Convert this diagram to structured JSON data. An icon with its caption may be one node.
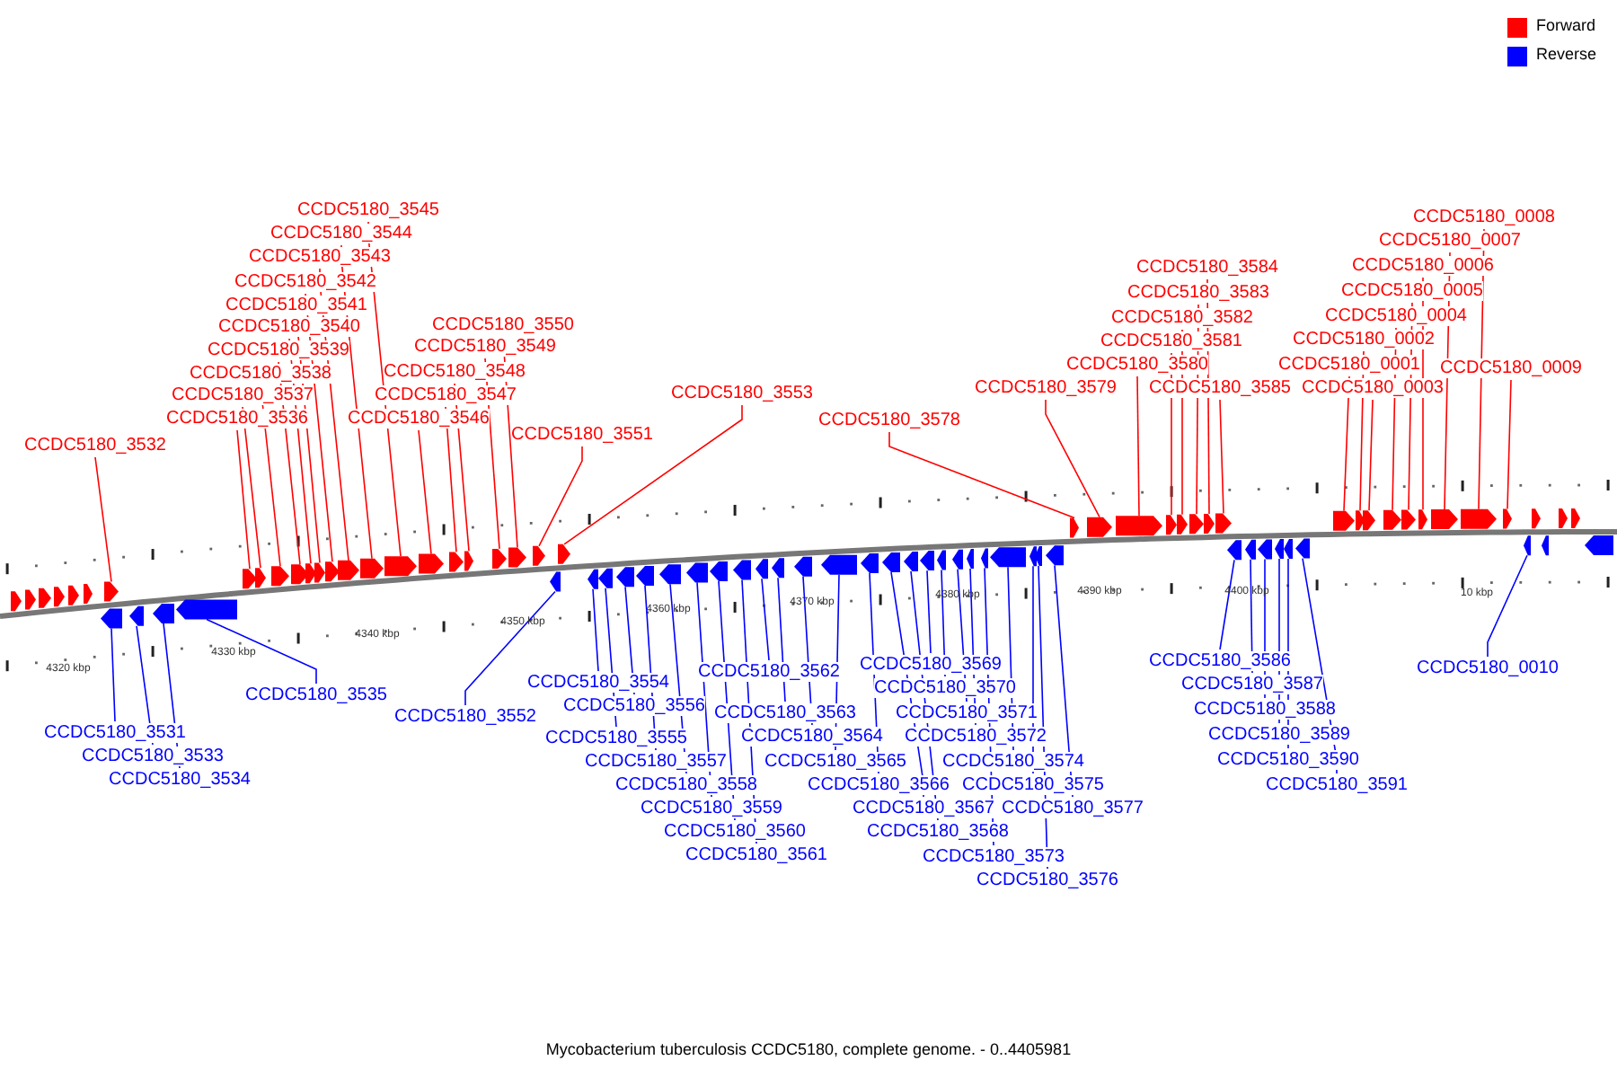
{
  "diagram": {
    "caption": "Mycobacterium tuberculosis CCDC5180, complete genome. - 0..4405981",
    "nodes": [
      {
        "text": [
          "CCDC5180_3532"
        ]
      },
      {
        "text": [
          "CCDC5180_3536"
        ]
      },
      {
        "text": [
          "CCDC5180_3537"
        ]
      },
      {
        "text": [
          "CCDC5180_3538"
        ]
      },
      {
        "text": [
          "CCDC5180_3539"
        ]
      },
      {
        "text": [
          "CCDC5180_3540"
        ]
      },
      {
        "text": [
          "CCDC5180_3541"
        ]
      },
      {
        "text": [
          "CCDC5180_3542"
        ]
      },
      {
        "text": [
          "CCDC5180_3543"
        ]
      },
      {
        "text": [
          "CCDC5180_3544"
        ]
      },
      {
        "text": [
          "CCDC5180_3545"
        ]
      },
      {
        "text": [
          "CCDC5180_3546"
        ]
      },
      {
        "text": [
          "CCDC5180_3547"
        ]
      },
      {
        "text": [
          "CCDC5180_3548"
        ]
      },
      {
        "text": [
          "CCDC5180_3549"
        ]
      },
      {
        "text": [
          "CCDC5180_3550"
        ]
      },
      {
        "text": [
          "CCDC5180_3551"
        ]
      },
      {
        "text": [
          "CCDC5180_3553"
        ]
      },
      {
        "text": [
          "CCDC5180_3578"
        ]
      },
      {
        "text": [
          "CCDC5180_3579"
        ]
      },
      {
        "text": [
          "CCDC5180_3580"
        ]
      },
      {
        "text": [
          "CCDC5180_3581"
        ]
      },
      {
        "text": [
          "CCDC5180_3582"
        ]
      },
      {
        "text": [
          "CCDC5180_3583"
        ]
      },
      {
        "text": [
          "CCDC5180_3584"
        ]
      },
      {
        "text": [
          "CCDC5180_3585"
        ]
      },
      {
        "text": [
          "CCDC5180_0001"
        ]
      },
      {
        "text": [
          "CCDC5180_0002"
        ]
      },
      {
        "text": [
          "CCDC5180_0003"
        ]
      },
      {
        "text": [
          "CCDC5180_0004"
        ]
      },
      {
        "text": [
          "CCDC5180_0005"
        ]
      },
      {
        "text": [
          "CCDC5180_0006"
        ]
      },
      {
        "text": [
          "CCDC5180_0007"
        ]
      },
      {
        "text": [
          "CCDC5180_0008"
        ]
      },
      {
        "text": [
          "CCDC5180_0009"
        ]
      },
      {
        "text": [
          "CCDC5180_3531"
        ]
      },
      {
        "text": [
          "CCDC5180_3533"
        ]
      },
      {
        "text": [
          "CCDC5180_3534"
        ]
      },
      {
        "text": [
          "CCDC5180_3535"
        ]
      },
      {
        "text": [
          "CCDC5180_3552"
        ]
      },
      {
        "text": [
          "CCDC5180_3554"
        ]
      },
      {
        "text": [
          "CCDC5180_3555"
        ]
      },
      {
        "text": [
          "CCDC5180_3556"
        ]
      },
      {
        "text": [
          "CCDC5180_3557"
        ]
      },
      {
        "text": [
          "CCDC5180_3558"
        ]
      },
      {
        "text": [
          "CCDC5180_3559"
        ]
      },
      {
        "text": [
          "CCDC5180_3560"
        ]
      },
      {
        "text": [
          "CCDC5180_3561"
        ]
      },
      {
        "text": [
          "CCDC5180_3562"
        ]
      },
      {
        "text": [
          "CCDC5180_3563"
        ]
      },
      {
        "text": [
          "CCDC5180_3564"
        ]
      },
      {
        "text": [
          "CCDC5180_3565"
        ]
      },
      {
        "text": [
          "CCDC5180_3566"
        ]
      },
      {
        "text": [
          "CCDC5180_3567"
        ]
      },
      {
        "text": [
          "CCDC5180_3568"
        ]
      },
      {
        "text": [
          "CCDC5180_3569"
        ]
      },
      {
        "text": [
          "CCDC5180_3570"
        ]
      },
      {
        "text": [
          "CCDC5180_3571"
        ]
      },
      {
        "text": [
          "CCDC5180_3572"
        ]
      },
      {
        "text": [
          "CCDC5180_3573"
        ]
      },
      {
        "text": [
          "CCDC5180_3574"
        ]
      },
      {
        "text": [
          "CCDC5180_3575"
        ]
      },
      {
        "text": [
          "CCDC5180_3576"
        ]
      },
      {
        "text": [
          "CCDC5180_3577"
        ]
      },
      {
        "text": [
          "CCDC5180_3586"
        ]
      },
      {
        "text": [
          "CCDC5180_3587"
        ]
      },
      {
        "text": [
          "CCDC5180_3588"
        ]
      },
      {
        "text": [
          "CCDC5180_3589"
        ]
      },
      {
        "text": [
          "CCDC5180_3590"
        ]
      },
      {
        "text": [
          "CCDC5180_3591"
        ]
      },
      {
        "text": [
          "CCDC5180_0010"
        ]
      },
      {
        "text": [],
        "shape": "arrow"
      },
      {
        "text": [],
        "shape": "arrow"
      },
      {
        "text": [],
        "shape": "arrow"
      },
      {
        "text": [],
        "shape": "arrow"
      },
      {
        "text": [],
        "shape": "arrow"
      },
      {
        "text": [],
        "shape": "arrow"
      },
      {
        "text": [],
        "shape": "arrow"
      },
      {
        "text": [],
        "shape": "arrow"
      },
      {
        "text": [],
        "shape": "arrow"
      },
      {
        "text": [],
        "shape": "arrow"
      },
      {
        "text": [],
        "shape": "arrow"
      },
      {
        "text": [],
        "shape": "arrow"
      },
      {
        "text": [],
        "shape": "arrow"
      },
      {
        "text": [],
        "shape": "arrow"
      },
      {
        "text": [],
        "shape": "arrow"
      },
      {
        "text": [],
        "shape": "arrow"
      },
      {
        "text": [],
        "shape": "arrow"
      },
      {
        "text": [],
        "shape": "arrow"
      },
      {
        "text": [],
        "shape": "arrow"
      },
      {
        "text": [],
        "shape": "arrow"
      },
      {
        "text": [],
        "shape": "arrow"
      },
      {
        "text": [],
        "shape": "arrow"
      },
      {
        "text": [],
        "shape": "arrow"
      },
      {
        "text": [],
        "shape": "arrow"
      },
      {
        "text": [],
        "shape": "arrow"
      },
      {
        "text": [],
        "shape": "arrow"
      },
      {
        "text": [],
        "shape": "arrow"
      },
      {
        "text": [],
        "shape": "arrow"
      },
      {
        "text": [],
        "shape": "arrow"
      },
      {
        "text": [],
        "shape": "arrow"
      },
      {
        "text": [],
        "shape": "arrow"
      },
      {
        "text": [],
        "shape": "arrow"
      },
      {
        "text": [],
        "shape": "arrow"
      },
      {
        "text": [],
        "shape": "arrow"
      },
      {
        "text": [],
        "shape": "arrow"
      },
      {
        "text": [],
        "shape": "arrow"
      },
      {
        "text": [],
        "shape": "arrow"
      },
      {
        "text": [],
        "shape": "arrow"
      },
      {
        "text": [],
        "shape": "arrow"
      },
      {
        "text": [],
        "shape": "arrow"
      },
      {
        "text": [],
        "shape": "arrow"
      },
      {
        "text": [],
        "shape": "arrow"
      },
      {
        "text": [],
        "shape": "arrow"
      },
      {
        "text": [],
        "shape": "arrow"
      },
      {
        "text": [],
        "shape": "arrow"
      },
      {
        "text": [],
        "shape": "arrow"
      },
      {
        "text": [],
        "shape": "arrow"
      },
      {
        "text": [],
        "shape": "arrow"
      },
      {
        "text": [],
        "shape": "arrow"
      },
      {
        "text": [],
        "shape": "arrow"
      },
      {
        "text": [],
        "shape": "arrow"
      },
      {
        "text": [],
        "shape": "arrow"
      },
      {
        "text": [],
        "shape": "arrow"
      },
      {
        "text": [],
        "shape": "arrow"
      },
      {
        "text": [],
        "shape": "arrow"
      },
      {
        "text": [],
        "shape": "arrow"
      },
      {
        "text": [],
        "shape": "arrow"
      },
      {
        "text": [],
        "shape": "arrow"
      },
      {
        "text": [],
        "shape": "arrow"
      },
      {
        "text": [],
        "shape": "arrow"
      },
      {
        "text": [],
        "shape": "arrow"
      },
      {
        "text": [],
        "shape": "arrow"
      },
      {
        "text": [],
        "shape": "arrow"
      },
      {
        "text": [],
        "shape": "arrow"
      },
      {
        "text": [],
        "shape": "arrow"
      },
      {
        "text": [],
        "shape": "arrow"
      },
      {
        "text": [],
        "shape": "arrow"
      },
      {
        "text": [],
        "shape": "arrow"
      },
      {
        "text": [],
        "shape": "arrow"
      },
      {
        "text": [],
        "shape": "arrow"
      },
      {
        "text": [],
        "shape": "arrow"
      },
      {
        "text": [],
        "shape": "arrow"
      },
      {
        "text": [],
        "shape": "arrow"
      },
      {
        "text": [],
        "shape": "arrow"
      },
      {
        "text": [],
        "shape": "arrow"
      },
      {
        "text": [],
        "shape": "arrow"
      },
      {
        "text": [],
        "shape": "arrow"
      },
      {
        "text": [],
        "shape": "arrow"
      },
      {
        "text": [],
        "shape": "arrow"
      },
      {
        "text": [],
        "shape": "arrow"
      },
      {
        "text": [],
        "shape": "arrow"
      },
      {
        "text": [],
        "shape": "arrow"
      }
    ],
    "edges": [
      {
        "from": 0,
        "to": 71,
        "arrow": "none",
        "color": "#ff0000"
      },
      {
        "from": 1,
        "to": 72,
        "arrow": "none",
        "color": "#ff0000"
      },
      {
        "from": 2,
        "to": 73,
        "arrow": "none",
        "color": "#ff0000"
      },
      {
        "from": 3,
        "to": 74,
        "arrow": "none",
        "color": "#ff0000"
      },
      {
        "from": 4,
        "to": 75,
        "arrow": "none",
        "color": "#ff0000"
      },
      {
        "from": 5,
        "to": 76,
        "arrow": "none",
        "color": "#ff0000"
      },
      {
        "from": 6,
        "to": 77,
        "arrow": "none",
        "color": "#ff0000"
      },
      {
        "from": 7,
        "to": 78,
        "arrow": "none",
        "color": "#ff0000"
      },
      {
        "from": 8,
        "to": 79,
        "arrow": "none",
        "color": "#ff0000"
      },
      {
        "from": 9,
        "to": 80,
        "arrow": "none",
        "color": "#ff0000"
      },
      {
        "from": 10,
        "to": 81,
        "arrow": "none",
        "color": "#ff0000"
      },
      {
        "from": 11,
        "to": 82,
        "arrow": "none",
        "color": "#ff0000"
      },
      {
        "from": 12,
        "to": 83,
        "arrow": "none",
        "color": "#ff0000"
      },
      {
        "from": 13,
        "to": 84,
        "arrow": "none",
        "color": "#ff0000"
      },
      {
        "from": 14,
        "to": 85,
        "arrow": "none",
        "color": "#ff0000"
      },
      {
        "from": 15,
        "to": 86,
        "arrow": "none",
        "color": "#ff0000"
      },
      {
        "from": 16,
        "to": 87,
        "arrow": "none",
        "color": "#ff0000"
      },
      {
        "from": 17,
        "to": 88,
        "arrow": "none",
        "color": "#ff0000"
      },
      {
        "from": 18,
        "to": 89,
        "arrow": "none",
        "color": "#ff0000"
      },
      {
        "from": 19,
        "to": 90,
        "arrow": "none",
        "color": "#ff0000"
      },
      {
        "from": 20,
        "to": 91,
        "arrow": "none",
        "color": "#ff0000"
      },
      {
        "from": 21,
        "to": 92,
        "arrow": "none",
        "color": "#ff0000"
      },
      {
        "from": 22,
        "to": 93,
        "arrow": "none",
        "color": "#ff0000"
      },
      {
        "from": 23,
        "to": 94,
        "arrow": "none",
        "color": "#ff0000"
      },
      {
        "from": 24,
        "to": 95,
        "arrow": "none",
        "color": "#ff0000"
      },
      {
        "from": 25,
        "to": 96,
        "arrow": "none",
        "color": "#ff0000"
      },
      {
        "from": 26,
        "to": 97,
        "arrow": "none",
        "color": "#ff0000"
      },
      {
        "from": 27,
        "to": 98,
        "arrow": "none",
        "color": "#ff0000"
      },
      {
        "from": 28,
        "to": 99,
        "arrow": "none",
        "color": "#ff0000"
      },
      {
        "from": 29,
        "to": 100,
        "arrow": "none",
        "color": "#ff0000"
      },
      {
        "from": 30,
        "to": 101,
        "arrow": "none",
        "color": "#ff0000"
      },
      {
        "from": 31,
        "to": 102,
        "arrow": "none",
        "color": "#ff0000"
      },
      {
        "from": 32,
        "to": 103,
        "arrow": "none",
        "color": "#ff0000"
      },
      {
        "from": 33,
        "to": 104,
        "arrow": "none",
        "color": "#ff0000"
      },
      {
        "from": 34,
        "to": 105,
        "arrow": "none",
        "color": "#ff0000"
      },
      {
        "from": 35,
        "to": 106,
        "arrow": "none",
        "color": "#0000ff"
      },
      {
        "from": 36,
        "to": 107,
        "arrow": "none",
        "color": "#0000ff"
      },
      {
        "from": 37,
        "to": 108,
        "arrow": "none",
        "color": "#0000ff"
      },
      {
        "from": 38,
        "to": 109,
        "arrow": "none",
        "color": "#0000ff"
      },
      {
        "from": 39,
        "to": 110,
        "arrow": "none",
        "color": "#0000ff"
      },
      {
        "from": 40,
        "to": 111,
        "arrow": "none",
        "color": "#0000ff"
      },
      {
        "from": 41,
        "to": 112,
        "arrow": "none",
        "color": "#0000ff"
      },
      {
        "from": 42,
        "to": 113,
        "arrow": "none",
        "color": "#0000ff"
      },
      {
        "from": 43,
        "to": 114,
        "arrow": "none",
        "color": "#0000ff"
      },
      {
        "from": 44,
        "to": 115,
        "arrow": "none",
        "color": "#0000ff"
      },
      {
        "from": 45,
        "to": 116,
        "arrow": "none",
        "color": "#0000ff"
      },
      {
        "from": 46,
        "to": 117,
        "arrow": "none",
        "color": "#0000ff"
      },
      {
        "from": 47,
        "to": 118,
        "arrow": "none",
        "color": "#0000ff"
      },
      {
        "from": 48,
        "to": 119,
        "arrow": "none",
        "color": "#0000ff"
      },
      {
        "from": 49,
        "to": 120,
        "arrow": "none",
        "color": "#0000ff"
      },
      {
        "from": 50,
        "to": 121,
        "arrow": "none",
        "color": "#0000ff"
      },
      {
        "from": 51,
        "to": 122,
        "arrow": "none",
        "color": "#0000ff"
      },
      {
        "from": 52,
        "to": 123,
        "arrow": "none",
        "color": "#0000ff"
      },
      {
        "from": 53,
        "to": 124,
        "arrow": "none",
        "color": "#0000ff"
      },
      {
        "from": 54,
        "to": 125,
        "arrow": "none",
        "color": "#0000ff"
      },
      {
        "from": 55,
        "to": 126,
        "arrow": "none",
        "color": "#0000ff"
      },
      {
        "from": 56,
        "to": 127,
        "arrow": "none",
        "color": "#0000ff"
      },
      {
        "from": 57,
        "to": 128,
        "arrow": "none",
        "color": "#0000ff"
      },
      {
        "from": 58,
        "to": 129,
        "arrow": "none",
        "color": "#0000ff"
      },
      {
        "from": 59,
        "to": 130,
        "arrow": "none",
        "color": "#0000ff"
      },
      {
        "from": 60,
        "to": 131,
        "arrow": "none",
        "color": "#0000ff"
      },
      {
        "from": 61,
        "to": 132,
        "arrow": "none",
        "color": "#0000ff"
      },
      {
        "from": 62,
        "to": 133,
        "arrow": "none",
        "color": "#0000ff"
      },
      {
        "from": 63,
        "to": 134,
        "arrow": "none",
        "color": "#0000ff"
      },
      {
        "from": 64,
        "to": 135,
        "arrow": "none",
        "color": "#0000ff"
      },
      {
        "from": 65,
        "to": 136,
        "arrow": "none",
        "color": "#0000ff"
      },
      {
        "from": 66,
        "to": 137,
        "arrow": "none",
        "color": "#0000ff"
      },
      {
        "from": 67,
        "to": 138,
        "arrow": "none",
        "color": "#0000ff"
      },
      {
        "from": 68,
        "to": 139,
        "arrow": "none",
        "color": "#0000ff"
      },
      {
        "from": 69,
        "to": 140,
        "arrow": "none",
        "color": "#0000ff"
      },
      {
        "from": 70,
        "to": 141,
        "arrow": "none",
        "color": "#0000ff"
      }
    ],
    "labels": [
      "4320 kbp",
      "4330 kbp",
      "4340 kbp",
      "4350 kbp",
      "4360 kbp",
      "4370 kbp",
      "4380 kbp",
      "4390 kbp",
      "4400 kbp",
      "10 kbp"
    ],
    "legend": [
      {
        "text": "Forward",
        "color": "#ff0000"
      },
      {
        "text": "Reverse",
        "color": "#0000ff"
      }
    ]
  }
}
